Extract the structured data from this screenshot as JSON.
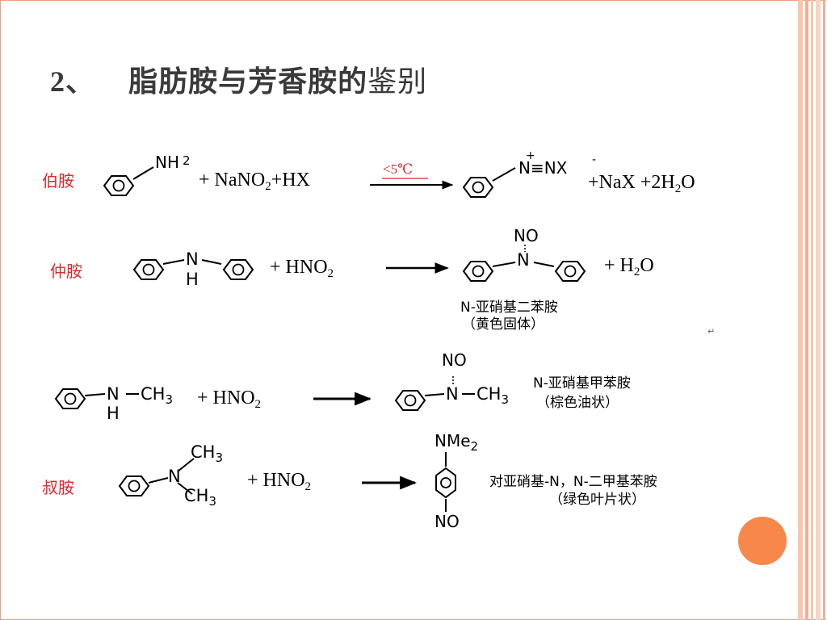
{
  "slide": {
    "title_number": "2、",
    "title_bold": "脂肪胺与芳香胺的",
    "title_tail": "鉴别",
    "accent_color": "#f7884a",
    "label_color": "#e3262b"
  },
  "primary": {
    "label": "伯胺",
    "nh2": "NH",
    "nh2_sub": "2",
    "reagents_a": "+ NaNO",
    "reagents_sub": "2",
    "reagents_b": "+HX",
    "condition": "<5℃",
    "diazo": "N≡NX",
    "diazo_plus": "+",
    "diazo_minus": "-",
    "products_a": "+NaX +2H",
    "products_sub": "2",
    "products_b": "O"
  },
  "secondary": {
    "label": "仲胺",
    "n": "N",
    "h": "H",
    "reagent_a": "+  HNO",
    "reagent_sub": "2",
    "no": "NO",
    "n2": "N",
    "water_a": "+  H",
    "water_sub": "2",
    "water_b": "O",
    "product_name": "N-亚硝基二苯胺",
    "product_state": "（黄色固体）",
    "return_mark": "↵"
  },
  "methyl": {
    "n": "N",
    "ch3": "CH",
    "ch3_sub": "3",
    "h": "H",
    "reagent_a": "+  HNO",
    "reagent_sub": "2",
    "no": "NO",
    "n2": "N",
    "ch3b": "CH",
    "ch3b_sub": "3",
    "product_name": "N-亚硝基甲苯胺",
    "product_state": "（棕色油状）"
  },
  "tertiary": {
    "label": "叔胺",
    "n": "N",
    "ch3_top": "CH",
    "ch3_top_sub": "3",
    "ch3_bot": "CH",
    "ch3_bot_sub": "3",
    "reagent_a": "+  HNO",
    "reagent_sub": "2",
    "nme2": "NMe",
    "nme2_sub": "2",
    "no": "NO",
    "product_name": "对亚硝基-N，N-二甲基苯胺",
    "product_state": "（绿色叶片状）"
  }
}
